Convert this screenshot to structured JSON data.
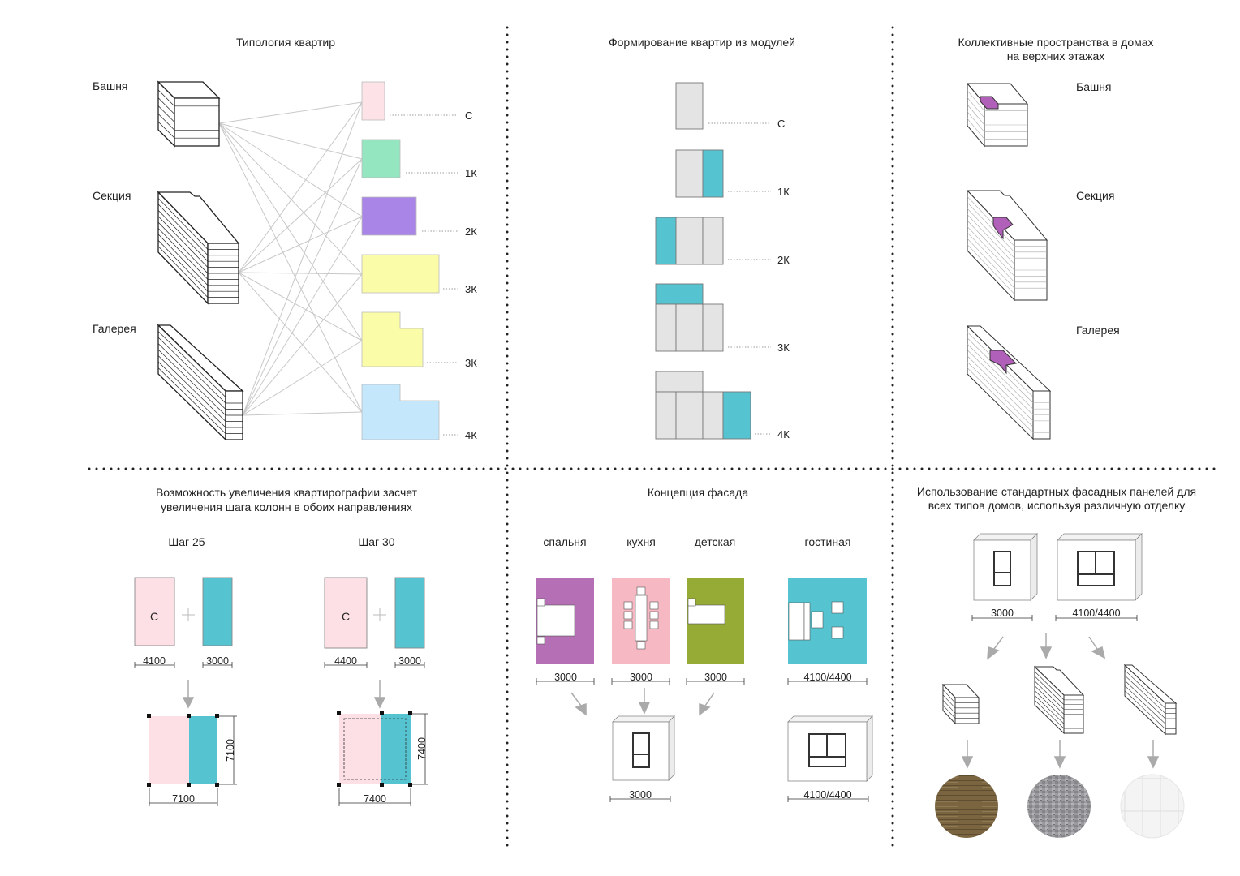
{
  "colors": {
    "studio": "#fde3e8",
    "one_room": "#93e6c0",
    "two_room": "#aa85e8",
    "three_room": "#fbfca8",
    "four_room": "#c4e7fc",
    "module_grey": "#e4e4e4",
    "module_accent": "#55c4d0",
    "pink_module": "#fde0e6",
    "collective": "#b060b8",
    "bedroom": "#b56fb5",
    "kitchen": "#f6b8c2",
    "kids": "#96aa36",
    "living": "#55c4d0",
    "wood": "#7a6540",
    "stone": "#9a9a9c",
    "white_tile": "#f1f1f1"
  },
  "typology": {
    "title": "Типология квартир",
    "buildings": [
      "Башня",
      "Секция",
      "Галерея"
    ],
    "apartments": [
      "С",
      "1К",
      "2К",
      "3К",
      "3К",
      "4К"
    ]
  },
  "modules": {
    "title": "Формирование квартир из модулей",
    "rows": [
      "С",
      "1К",
      "2К",
      "3К",
      "4К"
    ]
  },
  "collective": {
    "title_line1": "Коллективные пространства в домах",
    "title_line2": "на верхних этажах",
    "buildings": [
      "Башня",
      "Секция",
      "Галерея"
    ]
  },
  "grid_step": {
    "title_line1": "Возможность увеличения квартирографии засчет",
    "title_line2": "увеличения шага колонн в обоих направлениях",
    "variants": [
      {
        "label": "Шаг 25",
        "module": "С",
        "dim_a": "4100",
        "dim_b": "3000",
        "result_w": "7100",
        "result_h": "7100"
      },
      {
        "label": "Шаг 30",
        "module": "С",
        "dim_a": "4400",
        "dim_b": "3000",
        "result_w": "7400",
        "result_h": "7400"
      }
    ]
  },
  "facade": {
    "title": "Концепция фасада",
    "rooms": [
      {
        "name": "спальня",
        "dim": "3000"
      },
      {
        "name": "кухня",
        "dim": "3000"
      },
      {
        "name": "детская",
        "dim": "3000"
      },
      {
        "name": "гостиная",
        "dim": "4100/4400"
      }
    ],
    "panel_small_dim": "3000",
    "panel_large_dim": "4100/4400"
  },
  "panels": {
    "title_line1": "Использование стандартных фасадных панелей для",
    "title_line2": "всех типов домов, используя различную отделку",
    "small_dim": "3000",
    "large_dim": "4100/4400"
  }
}
